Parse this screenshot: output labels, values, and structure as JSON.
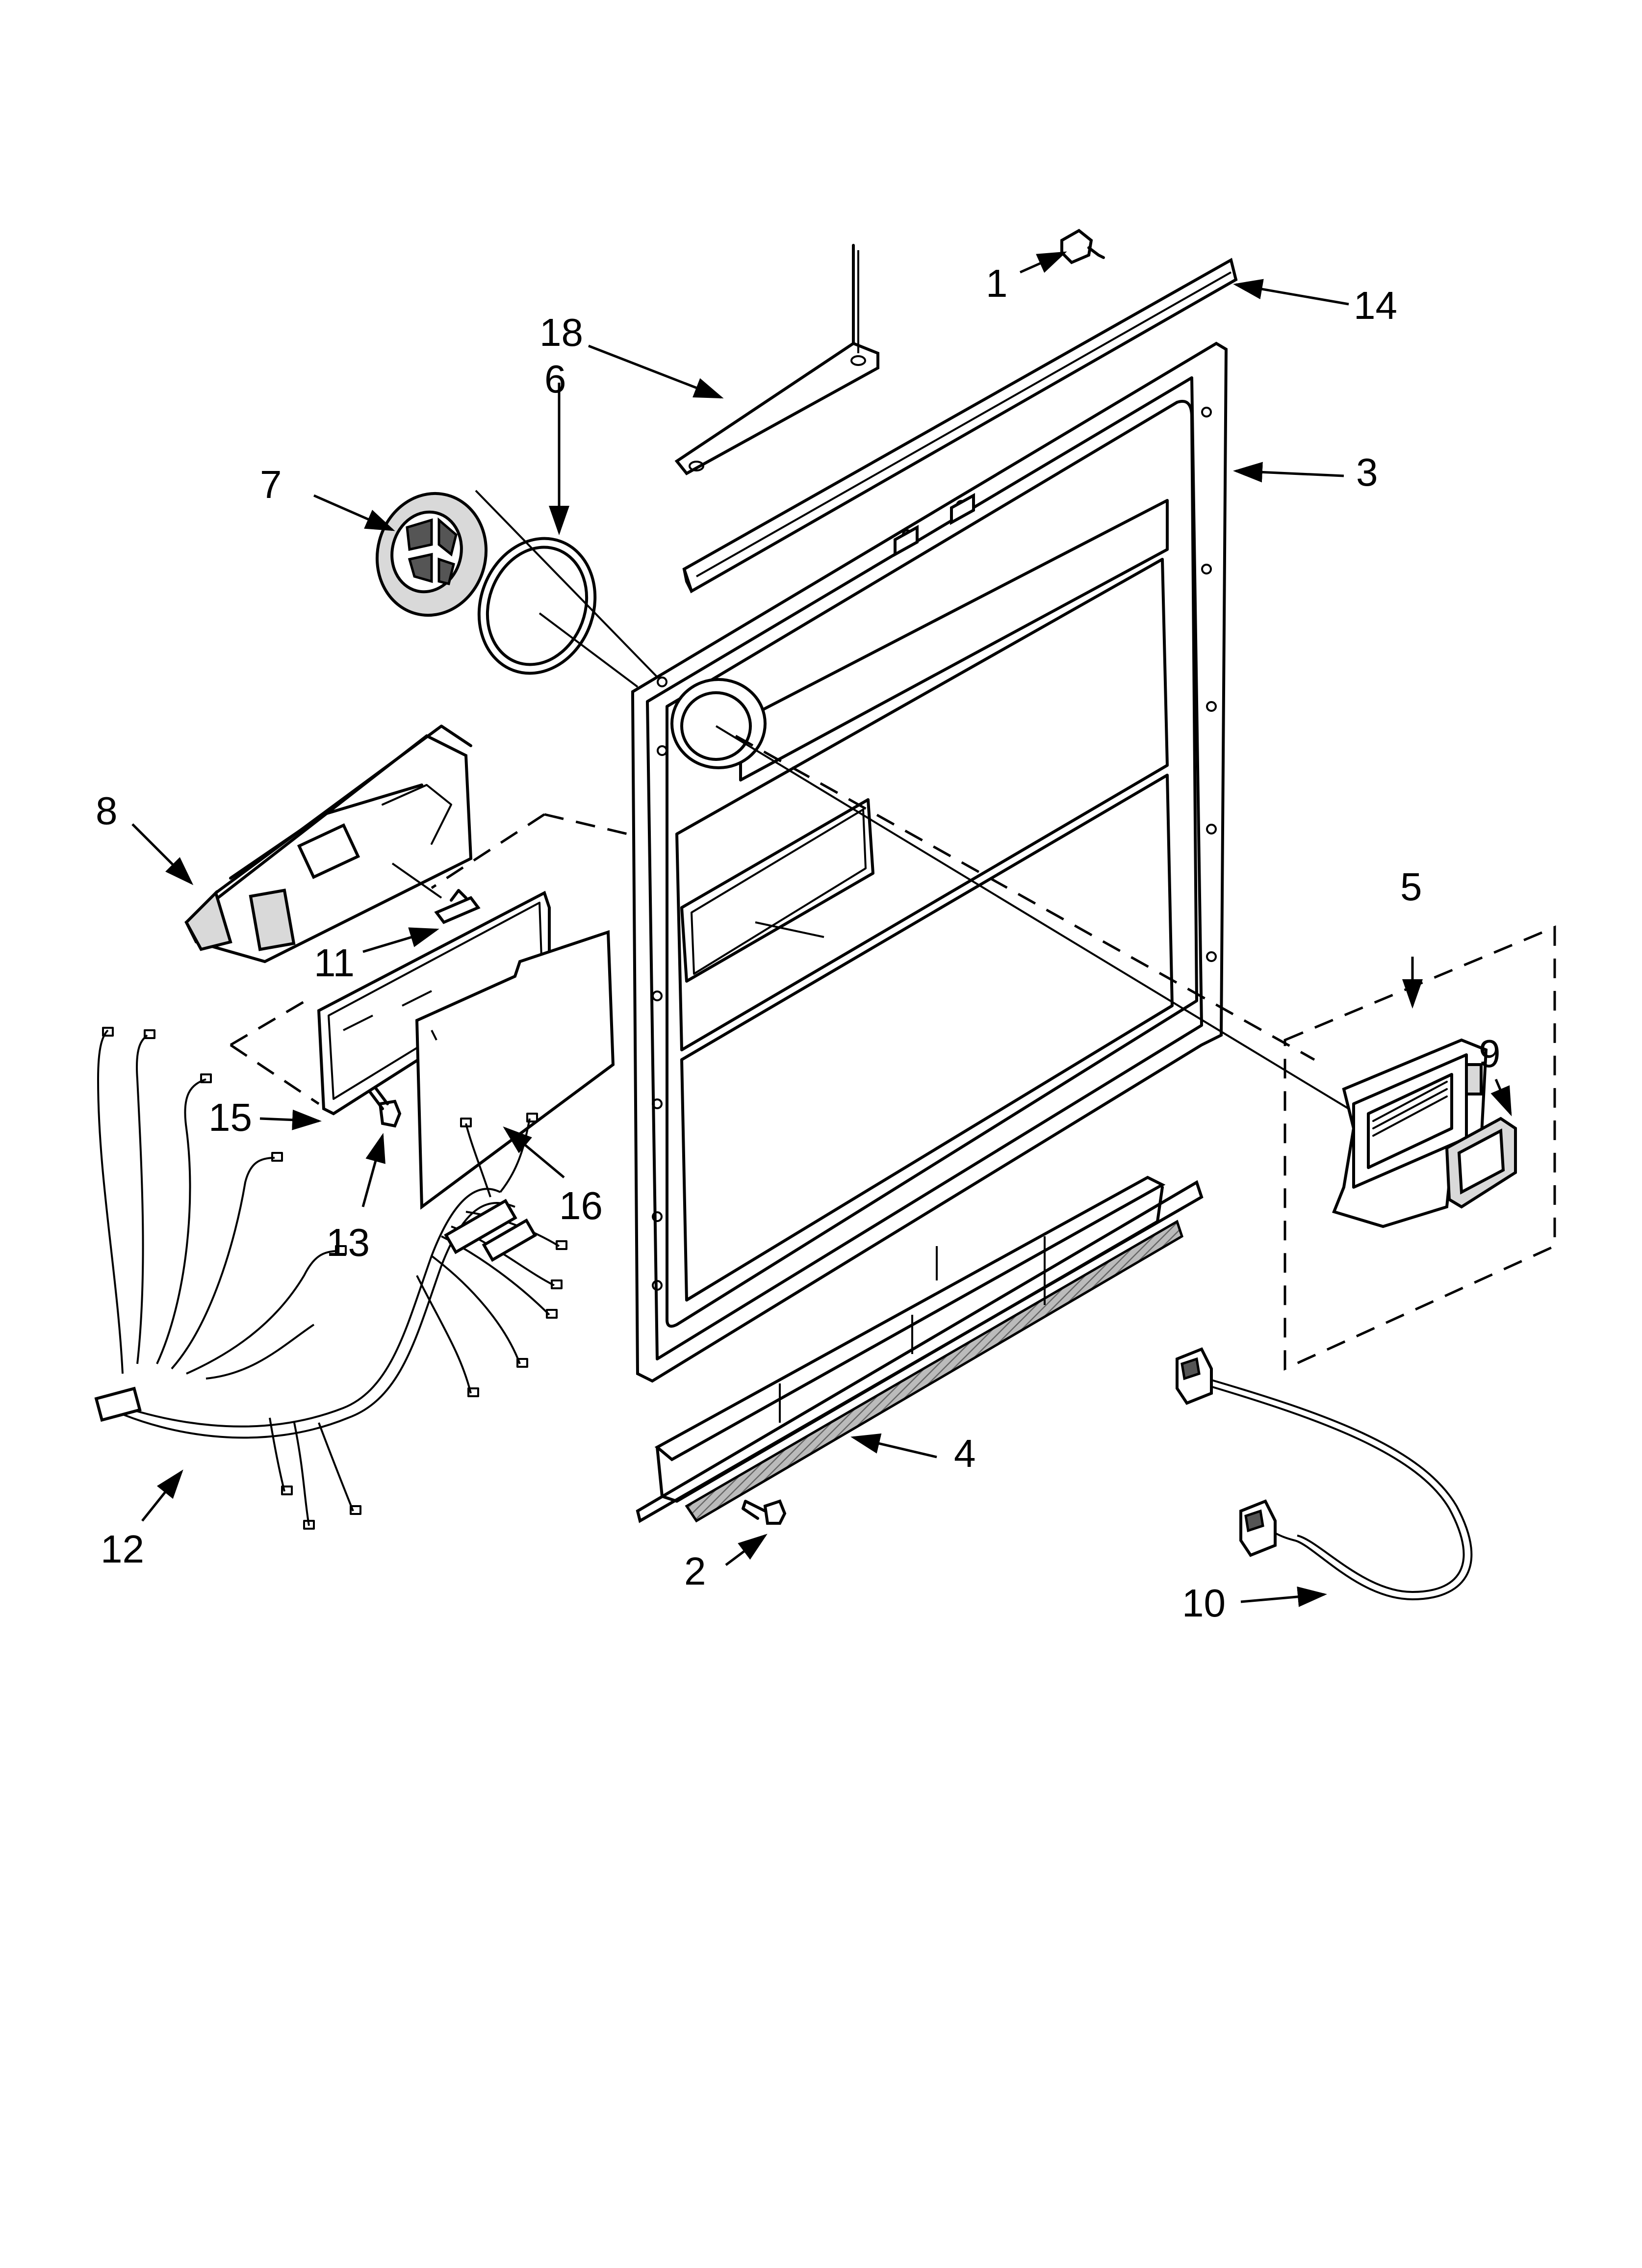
{
  "callouts": [
    {
      "id": "1",
      "label": "1"
    },
    {
      "id": "2",
      "label": "2"
    },
    {
      "id": "3",
      "label": "3"
    },
    {
      "id": "4",
      "label": "4"
    },
    {
      "id": "5",
      "label": "5"
    },
    {
      "id": "6",
      "label": "6"
    },
    {
      "id": "7",
      "label": "7"
    },
    {
      "id": "8",
      "label": "8"
    },
    {
      "id": "9",
      "label": "9"
    },
    {
      "id": "10",
      "label": "10"
    },
    {
      "id": "11",
      "label": "11"
    },
    {
      "id": "12",
      "label": "12"
    },
    {
      "id": "13",
      "label": "13"
    },
    {
      "id": "14",
      "label": "14"
    },
    {
      "id": "15",
      "label": "15"
    },
    {
      "id": "16",
      "label": "16"
    },
    {
      "id": "18",
      "label": "18"
    }
  ]
}
